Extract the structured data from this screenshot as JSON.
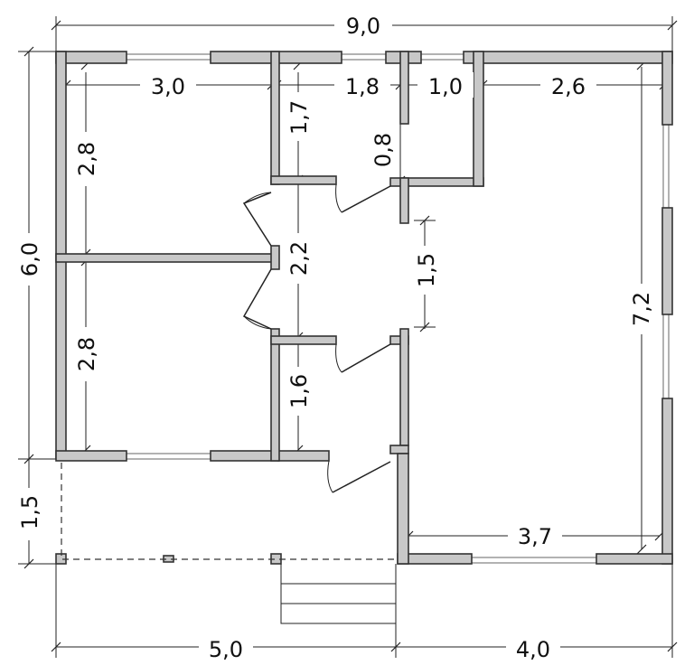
{
  "diagram": {
    "overall": {
      "width": "9,0",
      "depth": "6,0",
      "porch_depth": "1,5",
      "left_part": "5,0",
      "right_part": "4,0"
    },
    "rooms": {
      "bedroom_top_width": "3,0",
      "hall_width": "1,8",
      "bath_width": "1,0",
      "living_width": "2,6",
      "bedroom_top_depth": "2,8",
      "bedroom_bottom_depth": "2,8",
      "hall_top_depth": "1,7",
      "bath_depth": "0,8",
      "corridor_length": "2,2",
      "door_opening": "1,5",
      "closet_depth": "1,6",
      "living_depth": "7,2",
      "living_bottom_width": "3,7"
    }
  }
}
